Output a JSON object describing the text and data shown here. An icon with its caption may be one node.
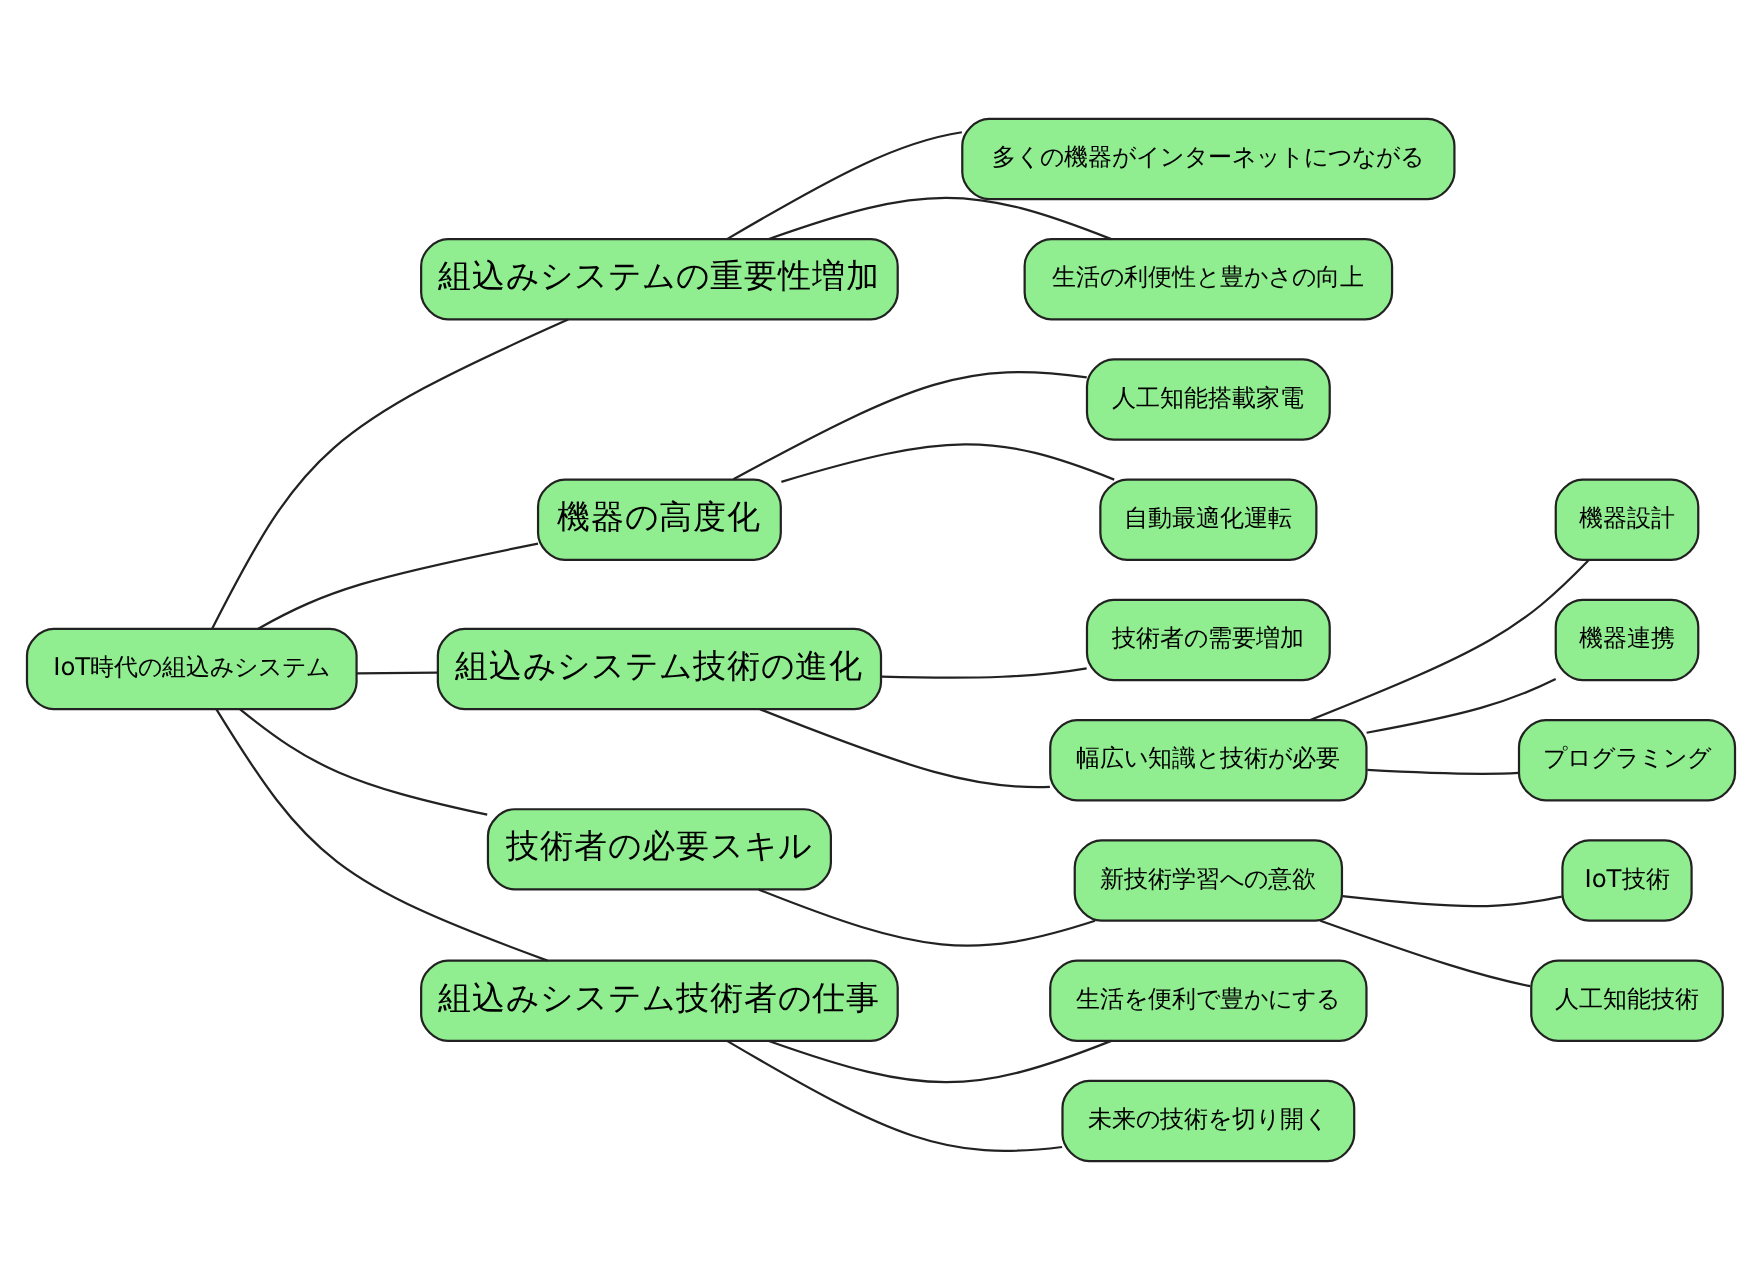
{
  "diagram": {
    "nodes": [
      {
        "text": [
          "IoT時代の組込みシステム"
        ]
      },
      {
        "text": [
          "組込みシステムの重要性増加"
        ]
      },
      {
        "text": [
          "多くの機器がインターネットにつながる"
        ]
      },
      {
        "text": [
          "生活の利便性と豊かさの向上"
        ]
      },
      {
        "text": [
          "機器の高度化"
        ]
      },
      {
        "text": [
          "人工知能搭載家電"
        ]
      },
      {
        "text": [
          "自動最適化運転"
        ]
      },
      {
        "text": [
          "組込みシステム技術の進化"
        ]
      },
      {
        "text": [
          "技術者の需要増加"
        ]
      },
      {
        "text": [
          "幅広い知識と技術が必要"
        ]
      },
      {
        "text": [
          "機器設計"
        ]
      },
      {
        "text": [
          "機器連携"
        ]
      },
      {
        "text": [
          "プログラミング"
        ]
      },
      {
        "text": [
          "技術者の必要スキル"
        ]
      },
      {
        "text": [
          "新技術学習への意欲"
        ]
      },
      {
        "text": [
          "IoT技術"
        ]
      },
      {
        "text": [
          "人工知能技術"
        ]
      },
      {
        "text": [
          "組込みシステム技術者の仕事"
        ]
      },
      {
        "text": [
          "生活を便利で豊かにする"
        ]
      },
      {
        "text": [
          "未来の技術を切り開く"
        ]
      }
    ],
    "edges": [
      {
        "from": 0,
        "to": 1,
        "arrow": "none"
      },
      {
        "from": 1,
        "to": 2,
        "arrow": "none"
      },
      {
        "from": 1,
        "to": 3,
        "arrow": "none"
      },
      {
        "from": 0,
        "to": 4,
        "arrow": "none"
      },
      {
        "from": 4,
        "to": 5,
        "arrow": "none"
      },
      {
        "from": 4,
        "to": 6,
        "arrow": "none"
      },
      {
        "from": 0,
        "to": 7,
        "arrow": "none"
      },
      {
        "from": 7,
        "to": 8,
        "arrow": "none"
      },
      {
        "from": 7,
        "to": 9,
        "arrow": "none"
      },
      {
        "from": 9,
        "to": 10,
        "arrow": "none"
      },
      {
        "from": 9,
        "to": 11,
        "arrow": "none"
      },
      {
        "from": 9,
        "to": 12,
        "arrow": "none"
      },
      {
        "from": 0,
        "to": 13,
        "arrow": "none"
      },
      {
        "from": 13,
        "to": 14,
        "arrow": "none"
      },
      {
        "from": 14,
        "to": 15,
        "arrow": "none"
      },
      {
        "from": 14,
        "to": 16,
        "arrow": "none"
      },
      {
        "from": 0,
        "to": 17,
        "arrow": "none"
      },
      {
        "from": 17,
        "to": 18,
        "arrow": "none"
      },
      {
        "from": 17,
        "to": 19,
        "arrow": "none"
      }
    ]
  }
}
